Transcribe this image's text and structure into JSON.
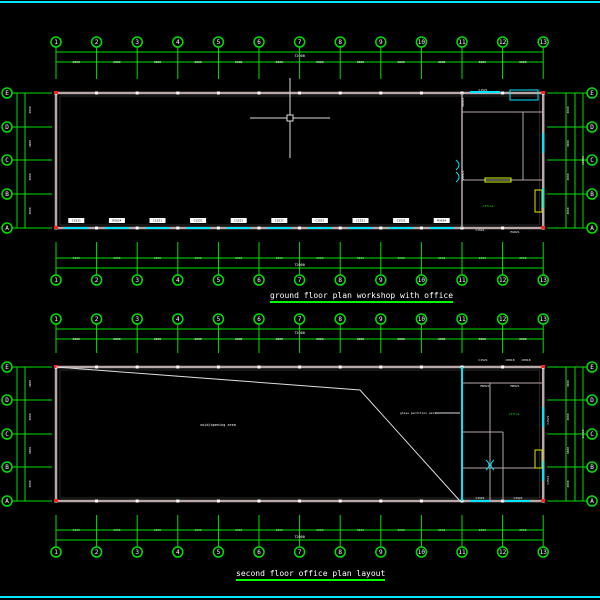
{
  "colors": {
    "background": "#000000",
    "grid": "#00e000",
    "wall": "#b8a8a8",
    "window": "#00e5ff",
    "frame": "#00e5ff",
    "column_marker": "#ff2020",
    "stair": "#e6e600"
  },
  "column_axes": [
    "1",
    "2",
    "3",
    "4",
    "5",
    "6",
    "7",
    "8",
    "9",
    "10",
    "11",
    "12",
    "13"
  ],
  "row_axes": [
    "E",
    "D",
    "C",
    "B",
    "A"
  ],
  "bay_dimension": "6000",
  "total_dimension": "72000",
  "row_dimensions": [
    "3000",
    "3000",
    "3000",
    "3000"
  ],
  "row_total_dimension": "12000",
  "ground_floor": {
    "title": "ground floor plan workshop with office",
    "window_labels": [
      "C1521",
      "M3624",
      "C1521",
      "C1521",
      "C1521",
      "C1521",
      "C1521",
      "C1521",
      "C1521",
      "M3624",
      "C1521",
      "M1021"
    ],
    "office_labels": [
      "C1521",
      "M0921",
      "M0921",
      "M1021",
      "C1521",
      "C1521",
      "office"
    ]
  },
  "second_floor": {
    "title": "second floor office plan layout",
    "void_label": "void/opening area",
    "partition_label": "glass partition wall",
    "office_labels": [
      "C1521",
      "C0918",
      "C0918",
      "M0921",
      "M0921",
      "office",
      "C1521",
      "C1521",
      "C1521",
      "C1521"
    ]
  }
}
